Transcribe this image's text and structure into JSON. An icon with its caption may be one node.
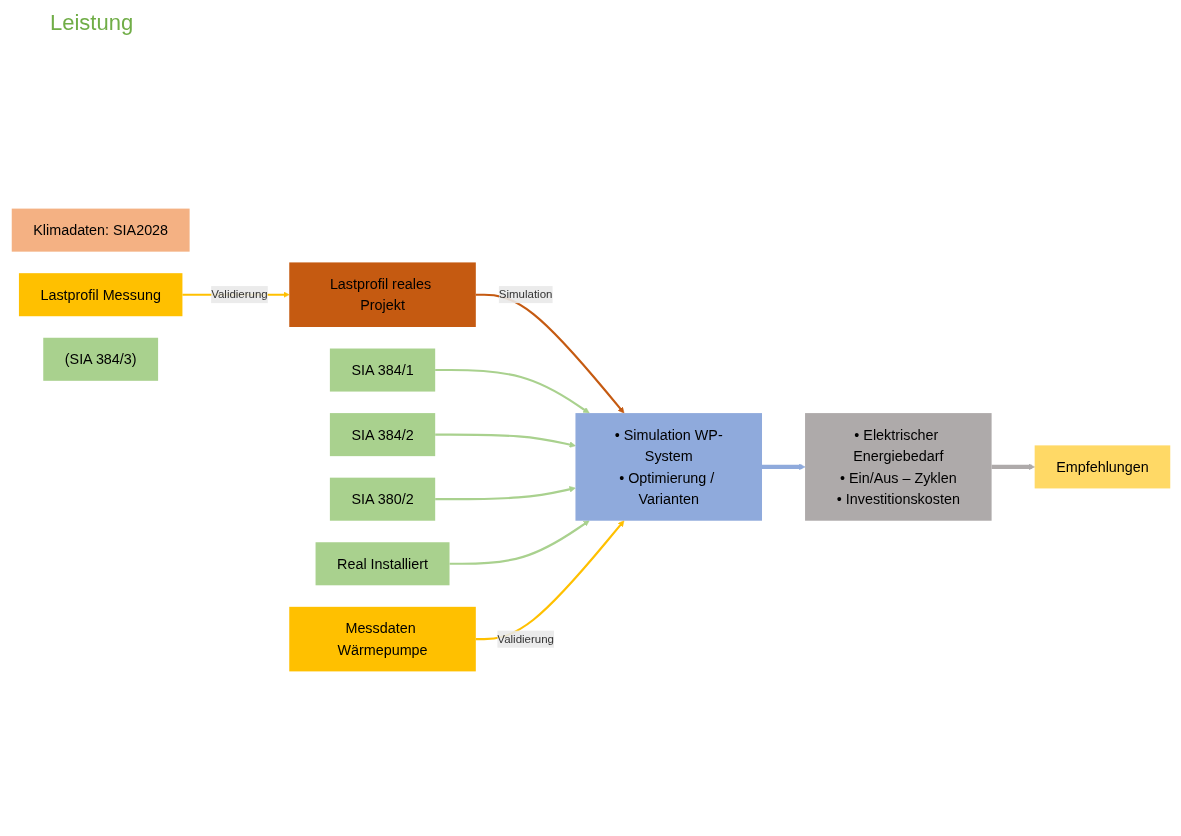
{
  "diagram": {
    "nodes": [
      {
        "text": [
          "Klimadaten: SIA2028"
        ]
      },
      {
        "text": [
          "Lastprofil reales Projekt"
        ]
      },
      {
        "text": [
          "Lastprofil Messung"
        ]
      },
      {
        "text": [
          "SIA 384/1"
        ]
      },
      {
        "text": [
          "SIA 384/2"
        ]
      },
      {
        "text": [
          "SIA 380/2"
        ]
      },
      {
        "text": [
          "Real Installiert"
        ]
      },
      {
        "text": [
          "(SIA 384/3)"
        ]
      },
      {
        "text": [
          "• Simulation WP-System",
          "• Optimierung / Varianten"
        ]
      },
      {
        "text": [
          "Messdaten Wärmepumpe"
        ]
      },
      {
        "text": [
          "• Elektrischer Energiebedarf",
          "• Ein/Aus – Zyklen",
          "• Investitionskosten"
        ]
      },
      {
        "text": [
          "Empfehlungen"
        ]
      }
    ],
    "edges": [
      {
        "from": 2,
        "to": 1,
        "arrow": "to",
        "label": "Validierung",
        "color": "#ffc000"
      },
      {
        "from": 1,
        "to": 8,
        "arrow": "to",
        "label": "Simulation",
        "color": "#c55a11"
      },
      {
        "from": 3,
        "to": 8,
        "arrow": "to"
      },
      {
        "from": 4,
        "to": 8,
        "arrow": "to"
      },
      {
        "from": 5,
        "to": 8,
        "arrow": "to"
      },
      {
        "from": 6,
        "to": 8,
        "arrow": "to"
      },
      {
        "from": 9,
        "to": 8,
        "arrow": "to",
        "label": "Validierung",
        "color": "#ffc000"
      },
      {
        "from": 8,
        "to": 10,
        "arrow": "to",
        "style": "thick",
        "color": "#8faadc"
      },
      {
        "from": 10,
        "to": 11,
        "arrow": "to",
        "style": "thick",
        "color": "#aeaaaa"
      }
    ],
    "labels": [
      "Leistung"
    ]
  }
}
